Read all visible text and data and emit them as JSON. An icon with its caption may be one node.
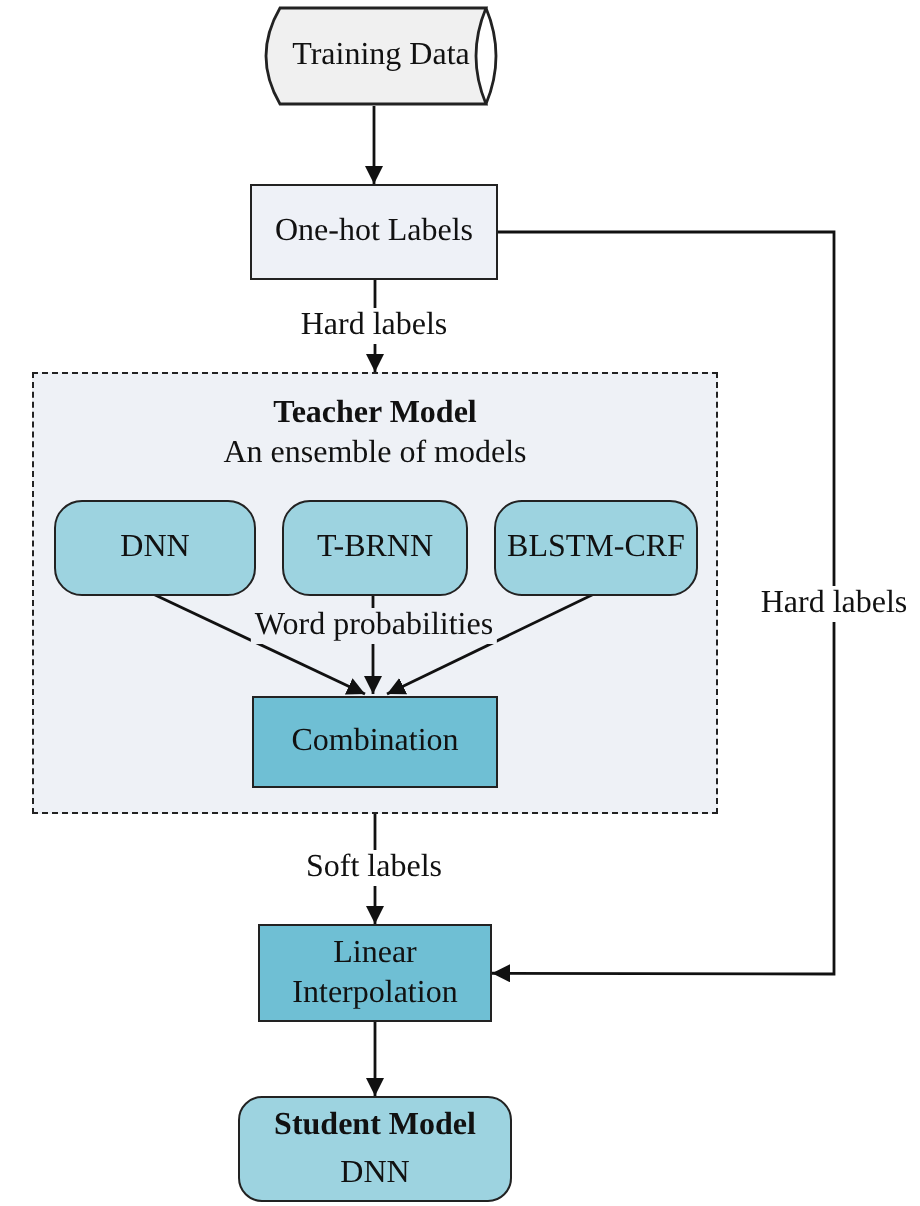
{
  "diagram": {
    "nodes": [
      {
        "text": [
          "Training Data"
        ]
      },
      {
        "text": [
          "One-hot Labels"
        ]
      },
      {
        "text": [
          "Teacher Model",
          "An ensemble of models"
        ]
      },
      {
        "text": [
          "DNN"
        ],
        "in": 2
      },
      {
        "text": [
          "T-BRNN"
        ],
        "in": 2
      },
      {
        "text": [
          "BLSTM-CRF"
        ],
        "in": 2
      },
      {
        "text": [
          "Combination"
        ],
        "in": 2
      },
      {
        "text": [
          "Linear Interpolation"
        ]
      },
      {
        "text": [
          "Student Model",
          "DNN"
        ]
      }
    ],
    "edges": [
      {
        "from": 0,
        "to": 1,
        "arrow": "to"
      },
      {
        "from": 1,
        "to": 2,
        "arrow": "to",
        "label": "Hard labels"
      },
      {
        "from": 3,
        "to": 6,
        "arrow": "to"
      },
      {
        "from": 4,
        "to": 6,
        "arrow": "to",
        "label": "Word probabilities"
      },
      {
        "from": 5,
        "to": 6,
        "arrow": "to"
      },
      {
        "from": 2,
        "to": 7,
        "arrow": "to",
        "label": "Soft labels"
      },
      {
        "from": 1,
        "to": 7,
        "arrow": "to",
        "label": "Hard labels"
      },
      {
        "from": 7,
        "to": 8,
        "arrow": "to"
      }
    ]
  }
}
